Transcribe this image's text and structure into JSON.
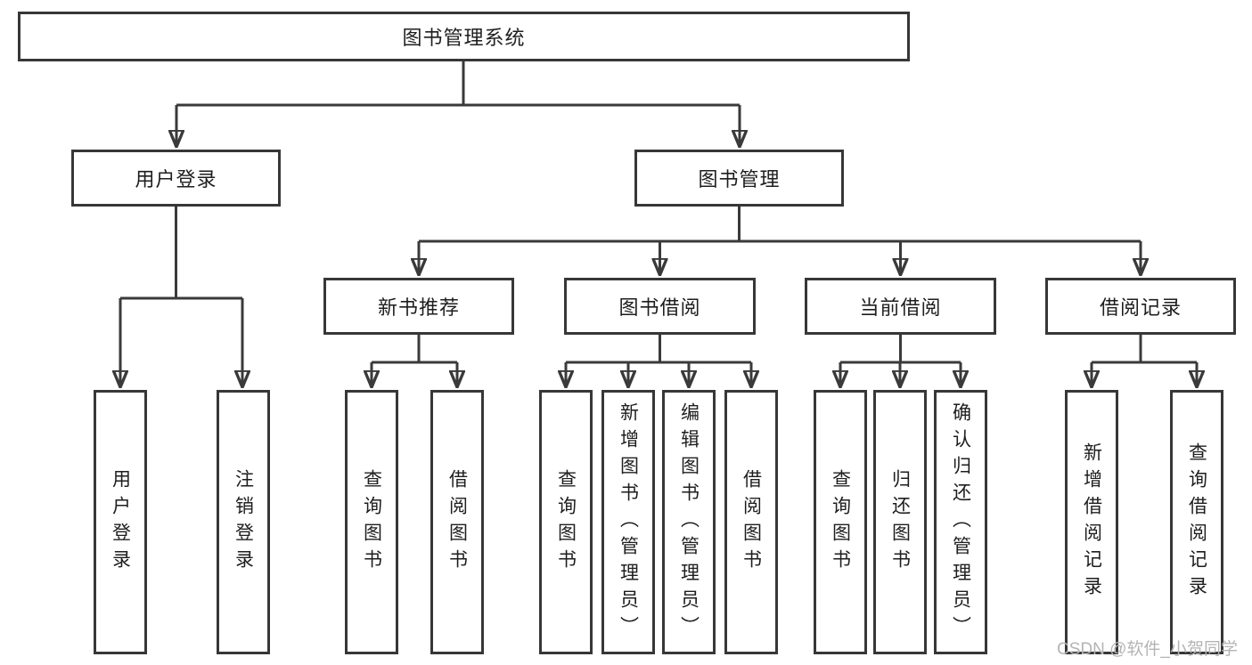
{
  "tree": {
    "label": "图书管理系统",
    "children": [
      {
        "label": "用户登录",
        "children": [
          {
            "label": "用户登录"
          },
          {
            "label": "注销登录"
          }
        ]
      },
      {
        "label": "图书管理",
        "children": [
          {
            "label": "新书推荐",
            "children": [
              {
                "label": "查询图书"
              },
              {
                "label": "借阅图书"
              }
            ]
          },
          {
            "label": "图书借阅",
            "children": [
              {
                "label": "查询图书"
              },
              {
                "label": "新增图书（管理员）"
              },
              {
                "label": "编辑图书（管理员）"
              },
              {
                "label": "借阅图书"
              }
            ]
          },
          {
            "label": "当前借阅",
            "children": [
              {
                "label": "查询图书"
              },
              {
                "label": "归还图书"
              },
              {
                "label": "确认归还（管理员）"
              }
            ]
          },
          {
            "label": "借阅记录",
            "children": [
              {
                "label": "新增借阅记录"
              },
              {
                "label": "查询借阅记录"
              }
            ]
          }
        ]
      }
    ]
  },
  "watermark": {
    "text": "CSDN @软件_小贺同学"
  },
  "colors": {
    "line": "#3a3a3a",
    "box_border": "#373737",
    "text": "#1e1e1e",
    "watermark": "#b4b4b4",
    "background": "#ffffff"
  }
}
